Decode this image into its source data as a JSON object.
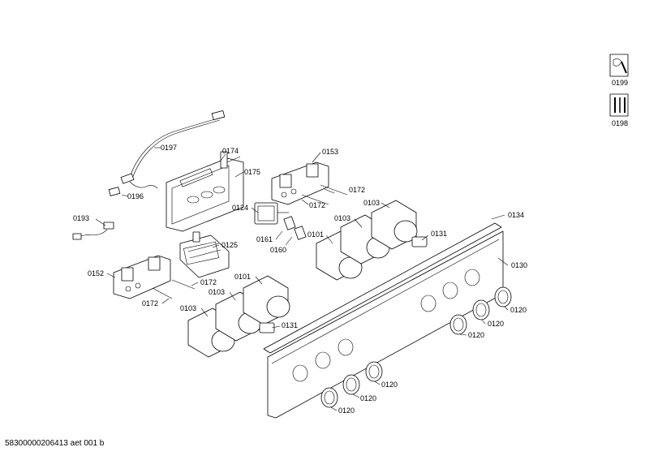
{
  "footer": {
    "doc_id": "58300000206413 aet 001 b"
  },
  "icons": [
    {
      "label": "0199",
      "icon": "wrench-service-icon"
    },
    {
      "label": "0198",
      "icon": "screwdriver-tools-icon"
    }
  ],
  "callouts": {
    "c0197": "0197",
    "c0174": "0174",
    "c0175": "0175",
    "c0153": "0153",
    "c0196": "0196",
    "c0172a": "0172",
    "c0172b": "0172",
    "c0193": "0193",
    "c0124": "0124",
    "c0103a": "0103",
    "c0134": "0134",
    "c0103b": "0103",
    "c0161": "0161",
    "c0101a": "0101",
    "c0131a": "0131",
    "c0125": "0125",
    "c0160": "0160",
    "c0130": "0130",
    "c0152": "0152",
    "c0101b": "0101",
    "c0172c": "0172",
    "c0103c": "0103",
    "c0172d": "0172",
    "c0120a": "0120",
    "c0103d": "0103",
    "c0131b": "0131",
    "c0120b": "0120",
    "c0120c": "0120",
    "c0120d": "0120",
    "c0120e": "0120",
    "c0120f": "0120"
  }
}
